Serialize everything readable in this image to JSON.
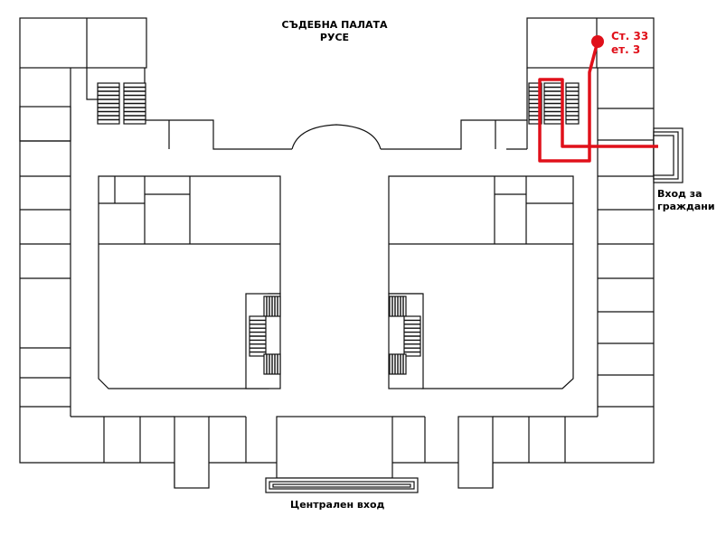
{
  "title": {
    "line1": "СЪДЕБНА ПАЛАТА",
    "line2": "РУСЕ"
  },
  "destination": {
    "room": "Ст. 33",
    "floor": "ет. 3",
    "color": "#e0101a"
  },
  "entrances": {
    "citizens_line1": "Вход за",
    "citizens_line2": "граждани",
    "main": "Централен вход"
  }
}
